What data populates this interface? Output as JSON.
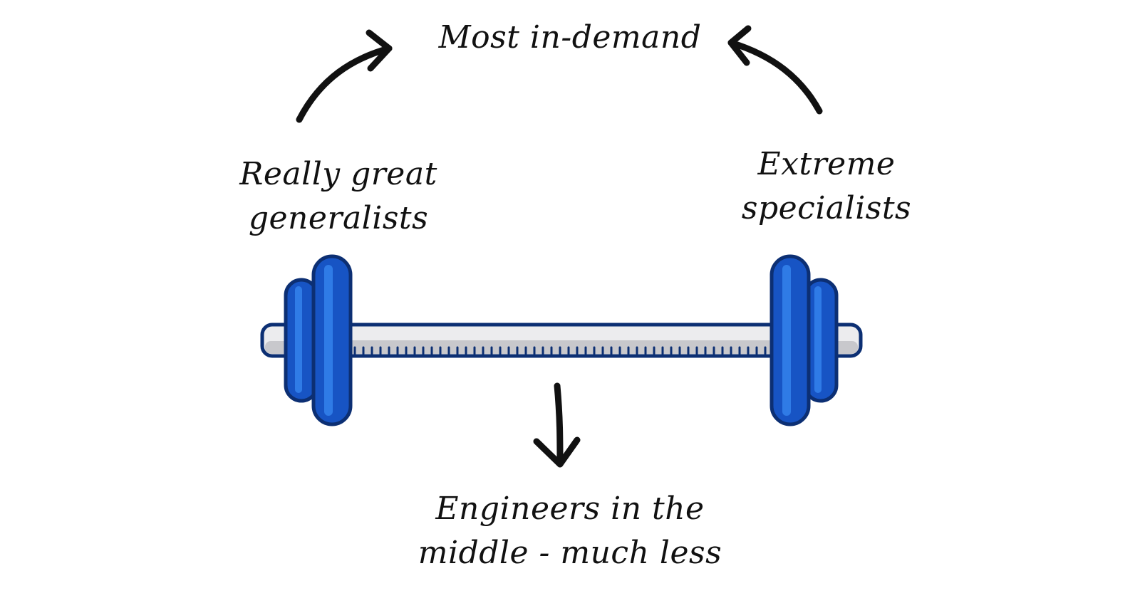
{
  "diagram": {
    "top_label": "Most in-demand",
    "left_label": {
      "line1": "Really great",
      "line2": "generalists"
    },
    "right_label": {
      "line1": "Extreme",
      "line2": "specialists"
    },
    "bottom_label": {
      "line1": "Engineers in the",
      "line2": "middle - much less"
    },
    "icons": {
      "center": "barbell-icon",
      "left_arrow": "curved-arrow-up-right-icon",
      "right_arrow": "curved-arrow-up-left-icon",
      "down_arrow": "arrow-down-icon"
    },
    "colors": {
      "plate_blue": "#1754C4",
      "plate_highlight": "#2F7BE6",
      "outline": "#0C2F73",
      "bar": "#ECECEE",
      "bar_shadow": "#C8C8CC",
      "ink": "#111111"
    }
  }
}
